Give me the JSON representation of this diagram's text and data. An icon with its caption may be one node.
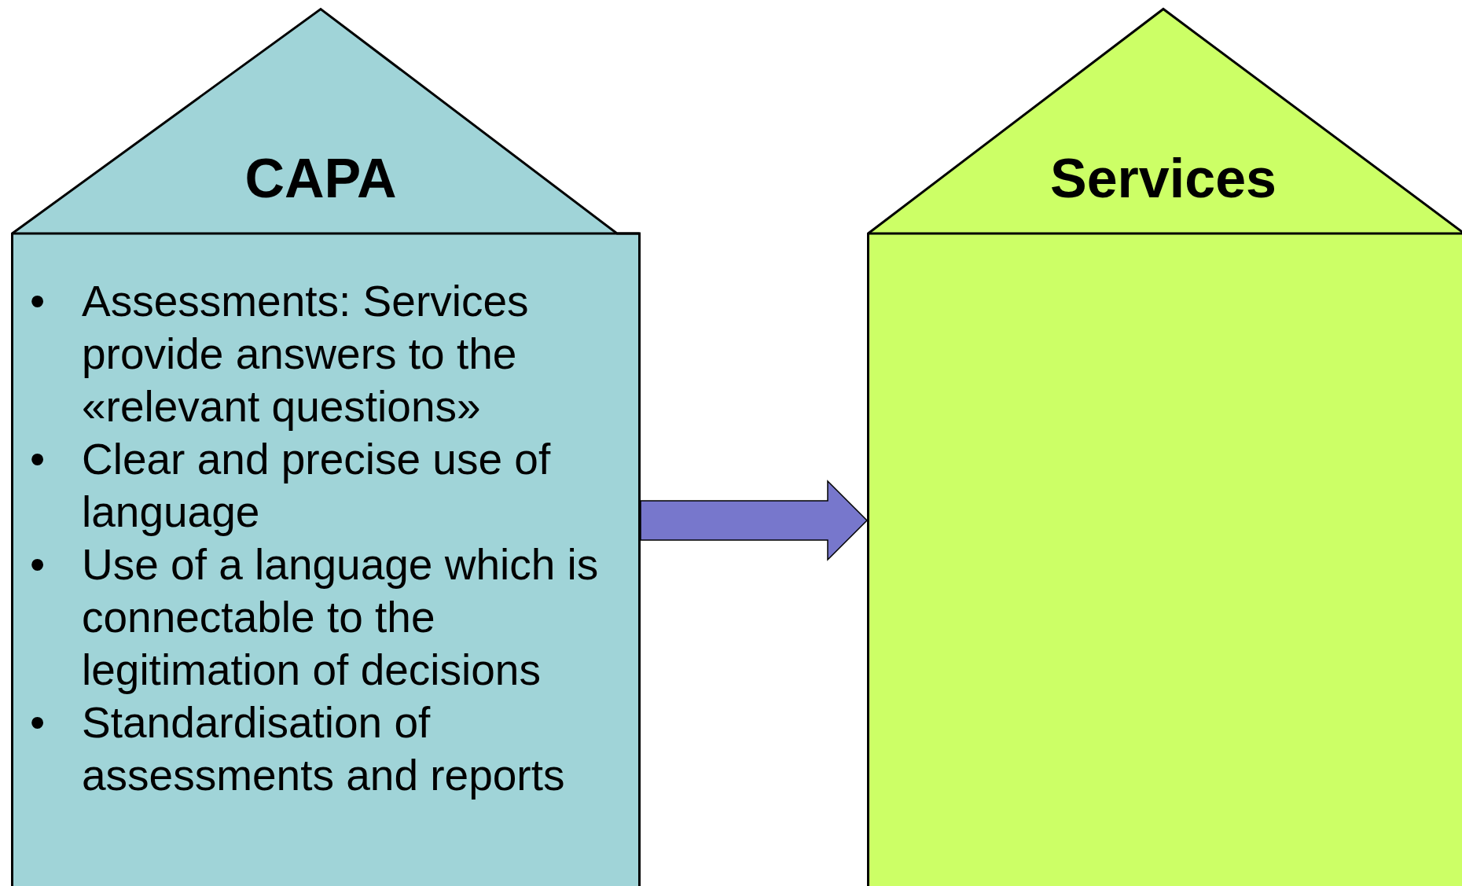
{
  "diagram": {
    "nodes": [
      {
        "text": [
          "CAPA",
          "Assessments: Services provide answers to the «relevant questions»",
          "Clear and precise use of language",
          "Use of a language which is connectable to the legitimation of decisions",
          "Standardisation of assessments and reports"
        ]
      },
      {
        "text": [
          "Services"
        ]
      }
    ],
    "edges": [
      {
        "from": 0,
        "to": 1,
        "arrow": "to",
        "style": "thick",
        "color": "#7777cc"
      }
    ],
    "labels": [
      "•",
      "•",
      "•",
      "•"
    ]
  }
}
